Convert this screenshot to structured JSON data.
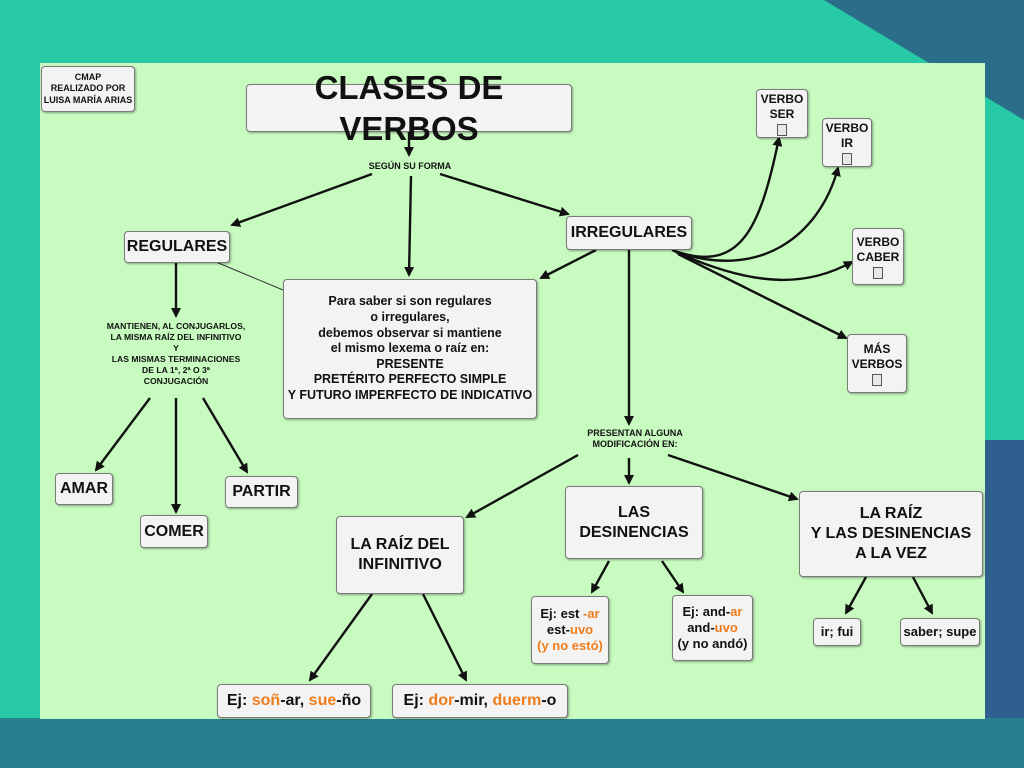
{
  "credit": {
    "line1": "CMAP",
    "line2": "REALIZADO POR",
    "line3": "LUISA MARÍA ARIAS"
  },
  "title": "CLASES DE VERBOS",
  "link_segun_forma": "SEGÚN SU FORMA",
  "regulares": "REGULARES",
  "irregulares": "IRREGULARES",
  "center_box": {
    "lines": [
      "Para saber si son regulares",
      "o irregulares,",
      "debemos observar si mantiene",
      "el mismo lexema o raíz en:",
      "PRESENTE",
      "PRETÉRITO PERFECTO SIMPLE",
      "Y FUTURO IMPERFECTO DE INDICATIVO"
    ]
  },
  "regulares_link": {
    "lines": [
      "MANTIENEN, AL CONJUGARLOS,",
      "LA MISMA RAÍZ DEL INFINITIVO",
      "Y",
      "LAS MISMAS TERMINACIONES",
      "DE LA 1ª, 2ª O 3ª",
      "CONJUGACIÓN"
    ]
  },
  "examples_regulares": {
    "amar": "AMAR",
    "comer": "COMER",
    "partir": "PARTIR"
  },
  "side_verbs": {
    "ser": [
      "VERBO",
      "SER"
    ],
    "ir": [
      "VERBO",
      "IR"
    ],
    "caber": [
      "VERBO",
      "CABER"
    ],
    "mas": [
      "MÁS",
      "VERBOS"
    ]
  },
  "irregulares_link": {
    "lines": [
      "PRESENTAN ALGUNA",
      "MODIFICACIÓN EN:"
    ]
  },
  "raiz_infinitivo": [
    "LA RAÍZ DEL",
    "INFINITIVO"
  ],
  "desinencias": [
    "LAS",
    "DESINENCIAS"
  ],
  "raiz_desinencias": [
    "LA RAÍZ",
    "Y  LAS DESINENCIAS",
    "A LA VEZ"
  ],
  "ex_raiz_1": {
    "a": "Ej: ",
    "b": "soñ",
    "c": "-ar, ",
    "d": "sue",
    "e": "-ño"
  },
  "ex_raiz_2": {
    "a": "Ej: ",
    "b": "dor",
    "c": "-mir, ",
    "d": "duerm",
    "e": "-o"
  },
  "ex_des_1": {
    "l1a": "Ej: est ",
    "l1b": "-ar",
    "l2a": "est-",
    "l2b": "uvo",
    "l3": "(y no estó)"
  },
  "ex_des_2": {
    "l1a": "Ej: and-",
    "l1b": "ar",
    "l2a": "and-",
    "l2b": "uvo",
    "l3": "(y no andó)"
  },
  "ex_both_1": "ir; fui",
  "ex_both_2": "saber; supe",
  "colors": {
    "background": "#27c9a7",
    "slide": "#c8fbc0",
    "node": "#f3f3f3",
    "highlight": "#f07d1b"
  }
}
